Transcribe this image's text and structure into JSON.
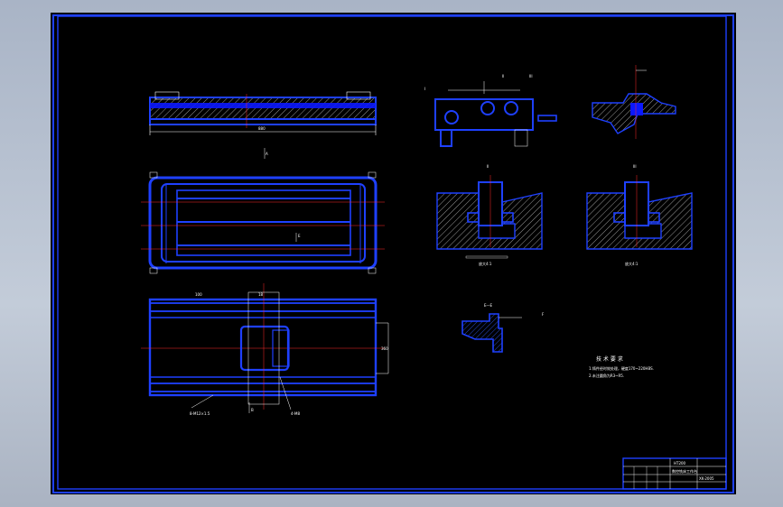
{
  "section_labels": {
    "view_a": "A",
    "view_b": "B",
    "view_e": "E",
    "detail_1": "I",
    "detail_2": "II",
    "detail_3": "III",
    "section_ee": "E—E",
    "section_arrow": "F"
  },
  "scale_labels": {
    "scale_1": "放大4:1",
    "scale_2": "放大4:1"
  },
  "tech_notes": {
    "heading": "技 术 要 求",
    "line_1": "1.铸件经时效处理，硬度170~220HBS.",
    "line_2": "2.未注圆角为R3~R5."
  },
  "title_block": {
    "material": "HT200",
    "drawing_title": "数控铣床工作台",
    "drawing_number": "XK-2005"
  },
  "dimensions": {
    "overall_length": "880",
    "table_width": "360",
    "slot_width": "18",
    "slot_pitch": "100",
    "hole_spec": "8-M12×1.5",
    "hole_spec_2": "4-M8"
  }
}
